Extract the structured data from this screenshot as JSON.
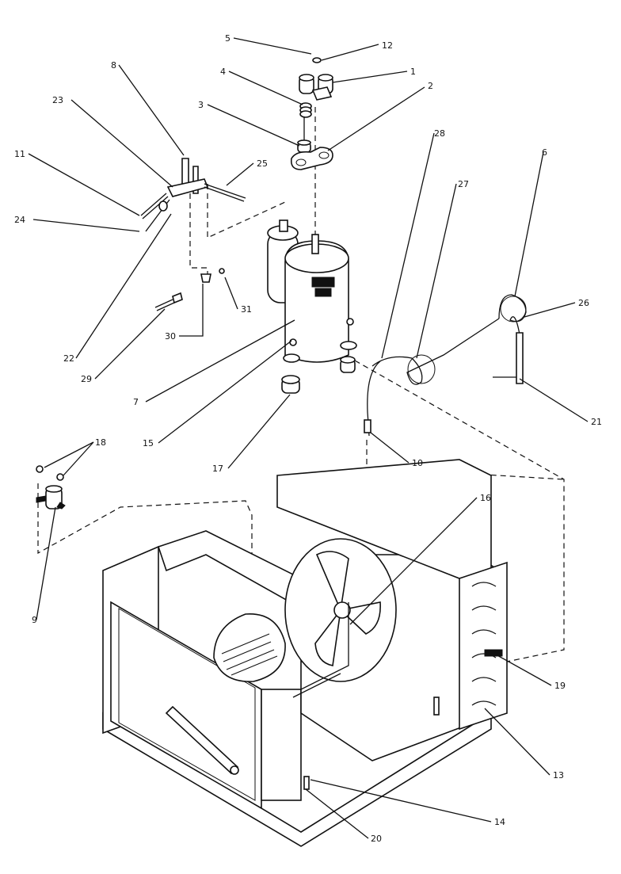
{
  "diagram": {
    "callouts": [
      {
        "id": "c1",
        "text": "1"
      },
      {
        "id": "c2",
        "text": "2"
      },
      {
        "id": "c3",
        "text": "3"
      },
      {
        "id": "c4",
        "text": "4"
      },
      {
        "id": "c5",
        "text": "5"
      },
      {
        "id": "c6",
        "text": "6"
      },
      {
        "id": "c7",
        "text": "7"
      },
      {
        "id": "c8",
        "text": "8"
      },
      {
        "id": "c9",
        "text": "9"
      },
      {
        "id": "c10",
        "text": "10"
      },
      {
        "id": "c11",
        "text": "11"
      },
      {
        "id": "c12",
        "text": "12"
      },
      {
        "id": "c13",
        "text": "13"
      },
      {
        "id": "c14",
        "text": "14"
      },
      {
        "id": "c15",
        "text": "15"
      },
      {
        "id": "c16",
        "text": "16"
      },
      {
        "id": "c17",
        "text": "17"
      },
      {
        "id": "c18",
        "text": "18"
      },
      {
        "id": "c19",
        "text": "19"
      },
      {
        "id": "c20",
        "text": "20"
      },
      {
        "id": "c21",
        "text": "21"
      },
      {
        "id": "c22",
        "text": "22"
      },
      {
        "id": "c23",
        "text": "23"
      },
      {
        "id": "c24",
        "text": "24"
      },
      {
        "id": "c25",
        "text": "25"
      },
      {
        "id": "c26",
        "text": "26"
      },
      {
        "id": "c27",
        "text": "27"
      },
      {
        "id": "c28",
        "text": "28"
      },
      {
        "id": "c29",
        "text": "29"
      },
      {
        "id": "c30",
        "text": "30"
      },
      {
        "id": "c31",
        "text": "31"
      }
    ]
  }
}
